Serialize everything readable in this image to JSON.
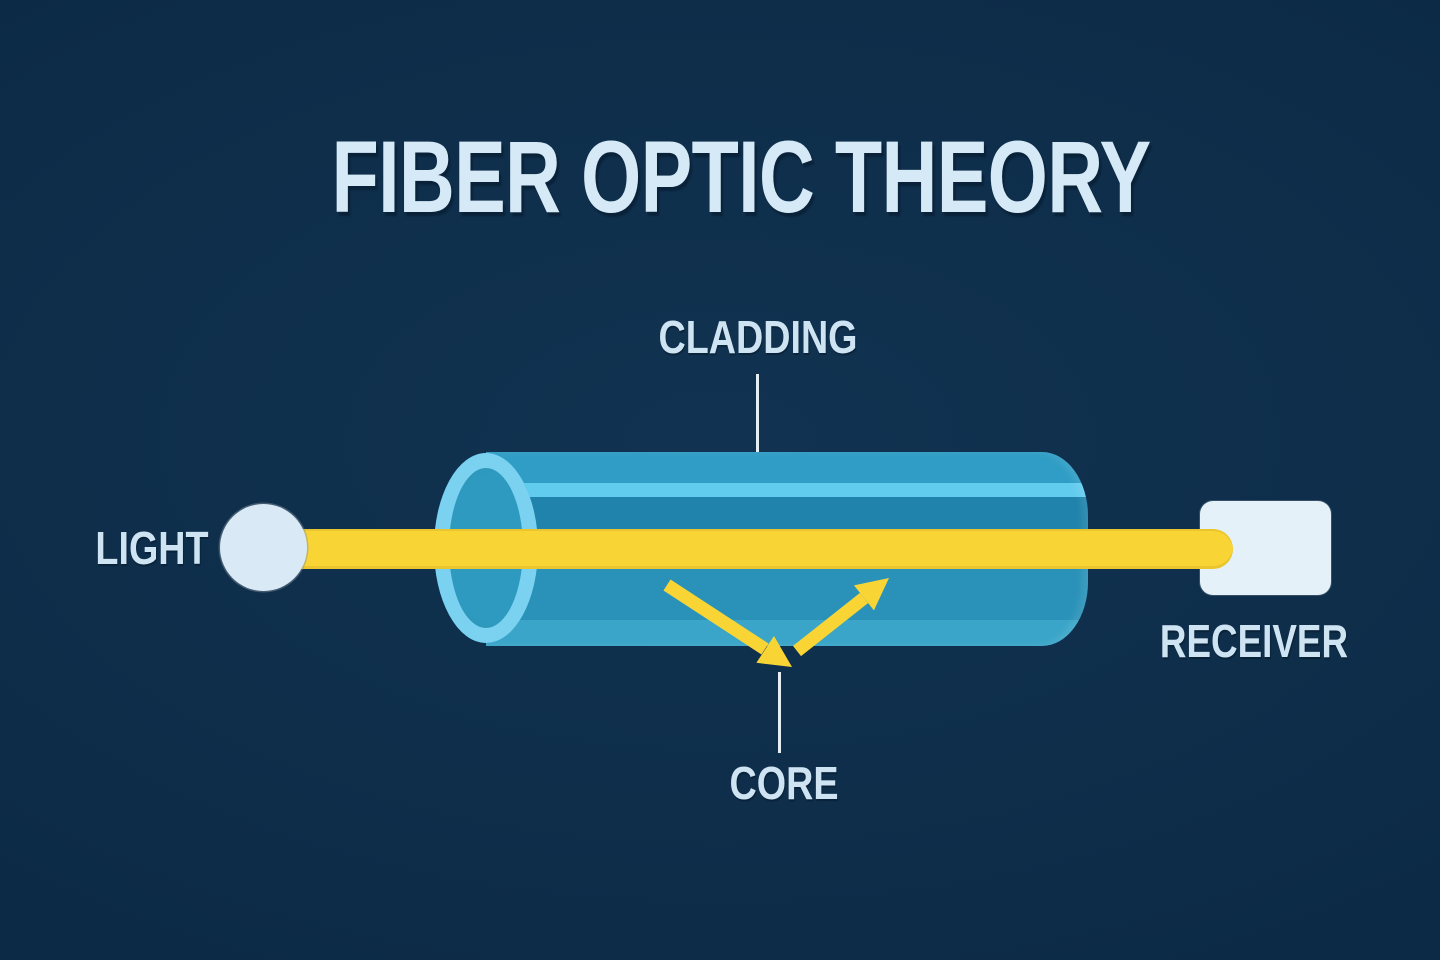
{
  "title": "FIBER OPTIC THEORY",
  "diagram": {
    "labels": {
      "light": "LIGHT",
      "cladding": "CLADDING",
      "core": "CORE",
      "receiver": "RECEIVER"
    },
    "elements": {
      "light_source": "white circle emitting light beam",
      "fiber": "blue cylinder (cladding) with yellow core beam passing through",
      "reflection": "yellow ray bouncing off cladding wall inside core",
      "receiver": "white rounded box receiving the beam"
    },
    "colors": {
      "background": "#0d2c48",
      "title_text": "#d6e9f6",
      "label_text": "#cfe4f2",
      "cladding_top_band": "#2f9dc5",
      "cladding_highlight_stripe": "#62ccee",
      "cladding_shadow_band": "#1f83ab",
      "cladding_body": "#2a92b8",
      "cladding_bottom_band": "#3aa5c8",
      "end_ring": "#7ad2f0",
      "beam_yellow": "#f8d535",
      "light_circle": "#d9eaf6",
      "receiver_box": "#e4f1f9",
      "pointer_line": "#e6eef5"
    }
  }
}
